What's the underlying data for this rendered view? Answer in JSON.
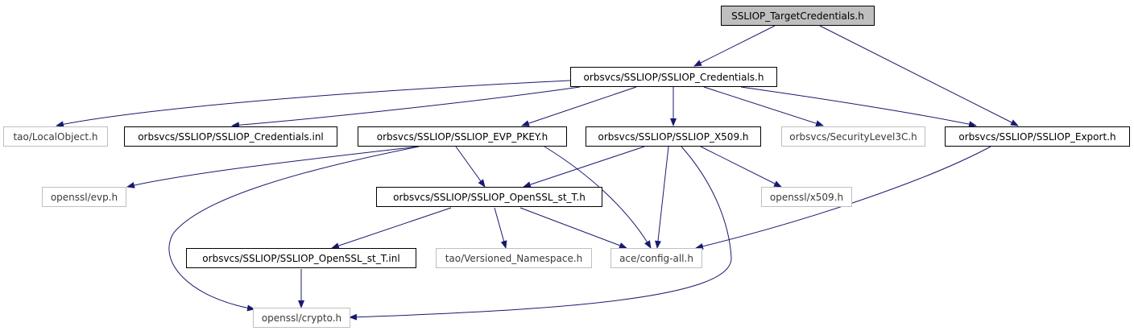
{
  "graph": {
    "colors": {
      "edge": "#191970",
      "border": "#000000",
      "external_border": "#bfbfbf",
      "root_fill": "#bfbfbf"
    },
    "nodes": {
      "target_credentials_h": "SSLIOP_TargetCredentials.h",
      "credentials_h": "orbsvcs/SSLIOP/SSLIOP_Credentials.h",
      "local_object_h": "tao/LocalObject.h",
      "credentials_inl": "orbsvcs/SSLIOP/SSLIOP_Credentials.inl",
      "evp_pkey_h": "orbsvcs/SSLIOP/SSLIOP_EVP_PKEY.h",
      "x509_h": "orbsvcs/SSLIOP/SSLIOP_X509.h",
      "security_level3c_h": "orbsvcs/SecurityLevel3C.h",
      "export_h": "orbsvcs/SSLIOP/SSLIOP_Export.h",
      "openssl_evp_h": "openssl/evp.h",
      "openssl_st_t_h": "orbsvcs/SSLIOP/SSLIOP_OpenSSL_st_T.h",
      "openssl_x509_h": "openssl/x509.h",
      "openssl_st_t_inl": "orbsvcs/SSLIOP/SSLIOP_OpenSSL_st_T.inl",
      "versioned_namespace_h": "tao/Versioned_Namespace.h",
      "config_all_h": "ace/config-all.h",
      "openssl_crypto_h": "openssl/crypto.h"
    }
  }
}
